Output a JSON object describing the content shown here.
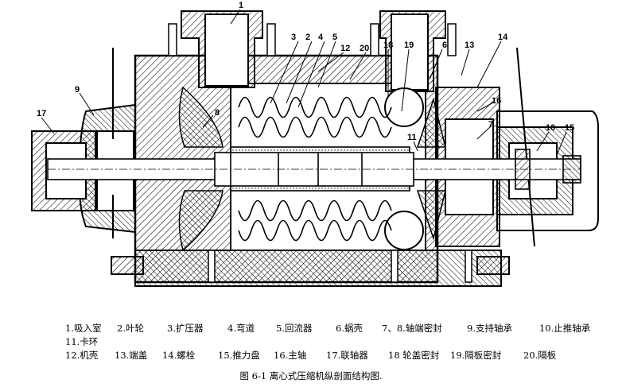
{
  "callouts": {
    "c1": "1",
    "c2": "2",
    "c3": "3",
    "c4": "4",
    "c5": "5",
    "c6": "6",
    "c7a": "7",
    "c7b": "7",
    "c8": "8",
    "c9": "9",
    "c10": "10",
    "c11": "11",
    "c12": "12",
    "c13": "13",
    "c14": "14",
    "c15": "15",
    "c16": "16",
    "c17": "17",
    "c18": "18",
    "c19": "19",
    "c20": "20"
  },
  "legend": {
    "row1": [
      "1.吸入室",
      "2.叶轮",
      "3.扩压器",
      "4.弯道",
      "5.回流器",
      "6.蜗壳",
      "7、8.轴端密封",
      "9.支持轴承",
      "10.止推轴承"
    ],
    "row2": [
      "11.卡环"
    ],
    "row3": [
      "12.机壳",
      "13.端盖",
      "14.螺栓",
      "15.推力盘",
      "16.主轴",
      "17.联轴器",
      "18 轮盖密封",
      "19.隔板密封",
      "20.隔板"
    ]
  },
  "caption": "图 6-1    离心式压缩机纵剖面结构图."
}
